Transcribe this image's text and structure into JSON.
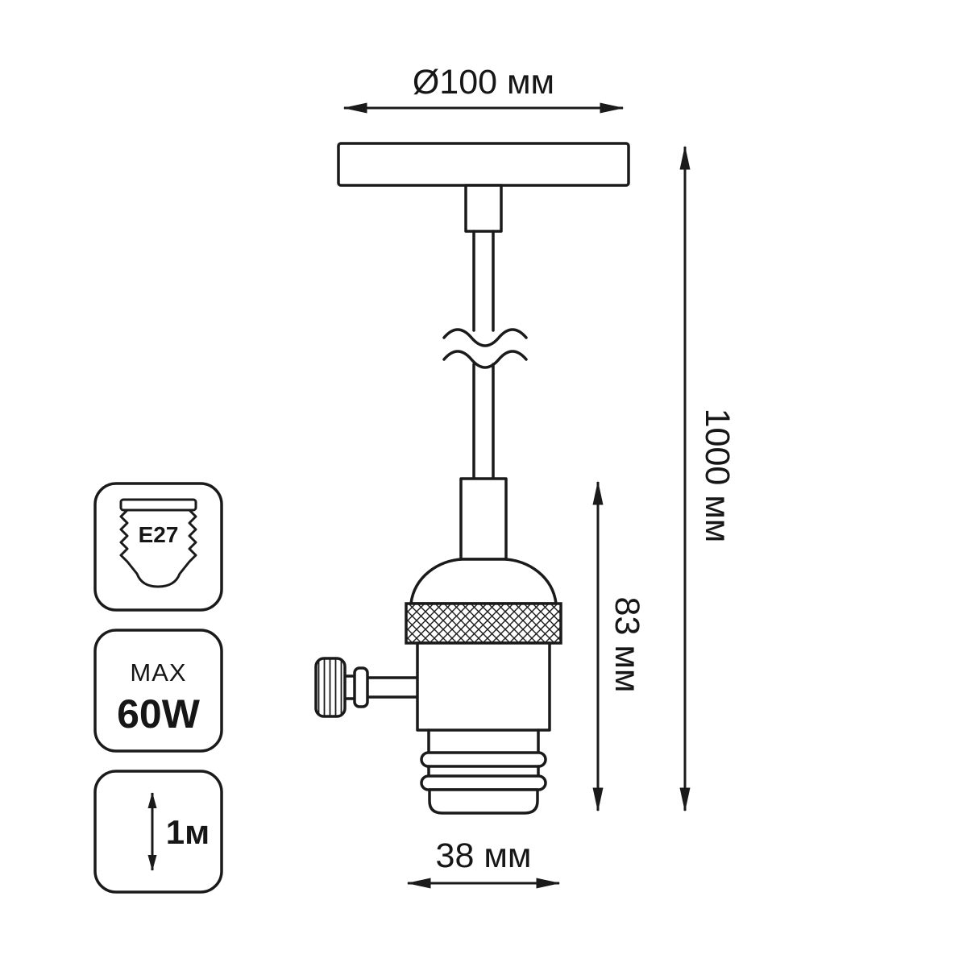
{
  "dimensions": {
    "plate_diameter": "Ø100 мм",
    "total_length": "1000 мм",
    "socket_height": "83 мм",
    "socket_diameter": "38 мм"
  },
  "badges": {
    "socket_type": "E27",
    "max_label": "MAX",
    "max_power": "60W",
    "cord_length": "1м"
  },
  "colors": {
    "line": "#1a1a1a",
    "background": "#ffffff"
  }
}
